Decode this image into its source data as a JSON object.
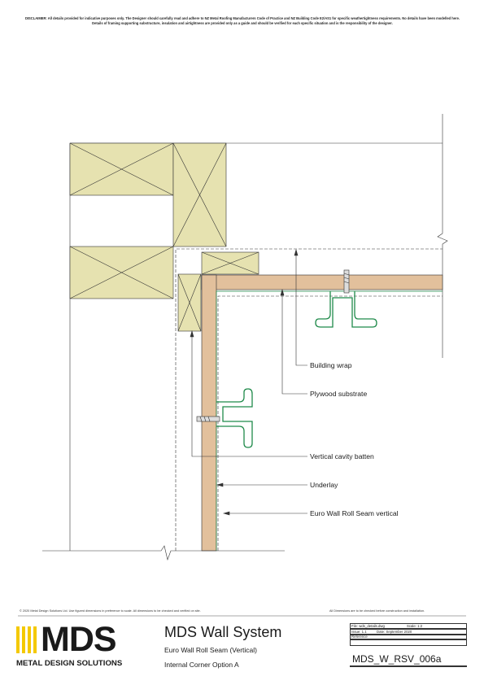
{
  "disclaimer": "DISCLAIMER: All details provided for indicative purposes only. The Designer should carefully read and adhere to NZ Metal Roofing Manufacturers Code of Practice and NZ Building Code E2/AS1 for specific weathertightness requirements. No details have been modelled here. Details of framing supporting substructure, insulation and airtightness are provided only as a guide and should be verified for each specific situation and is the responsibility of the designer.",
  "labels": {
    "building_wrap": "Building wrap",
    "plywood_substrate": "Plywood substrate",
    "vertical_cavity_batten": "Vertical cavity batten",
    "underlay": "Underlay",
    "euro_wall": "Euro Wall Roll Seam vertical"
  },
  "footer": {
    "left": "© 2020 Metal Design Solutions Ltd. Use figured dimensions in preference to scale. All dimensions to be checked and verified on site.",
    "right": "All Dimensions are to be checked before construction and installation."
  },
  "title_block": {
    "logo_text": "MDS",
    "logo_subtitle": "METAL DESIGN SOLUTIONS",
    "title": "MDS Wall System",
    "subtitle_1": "Euro Wall Roll Seam (Vertical)",
    "subtitle_2": "Internal Corner Option A",
    "file_name": "File: wds_details.dwg",
    "scale": "Scale: 1:2",
    "issue": "Issue: 1.1",
    "date": "Date: September 2020",
    "reference": "Reference",
    "drawing_number": "MDS_W_RSV_006a"
  },
  "colors": {
    "timber": "#e6e2b0",
    "plywood": "#e9c9a6",
    "cladding": "#1f8a4a",
    "logo_yellow": "#f4c900"
  }
}
